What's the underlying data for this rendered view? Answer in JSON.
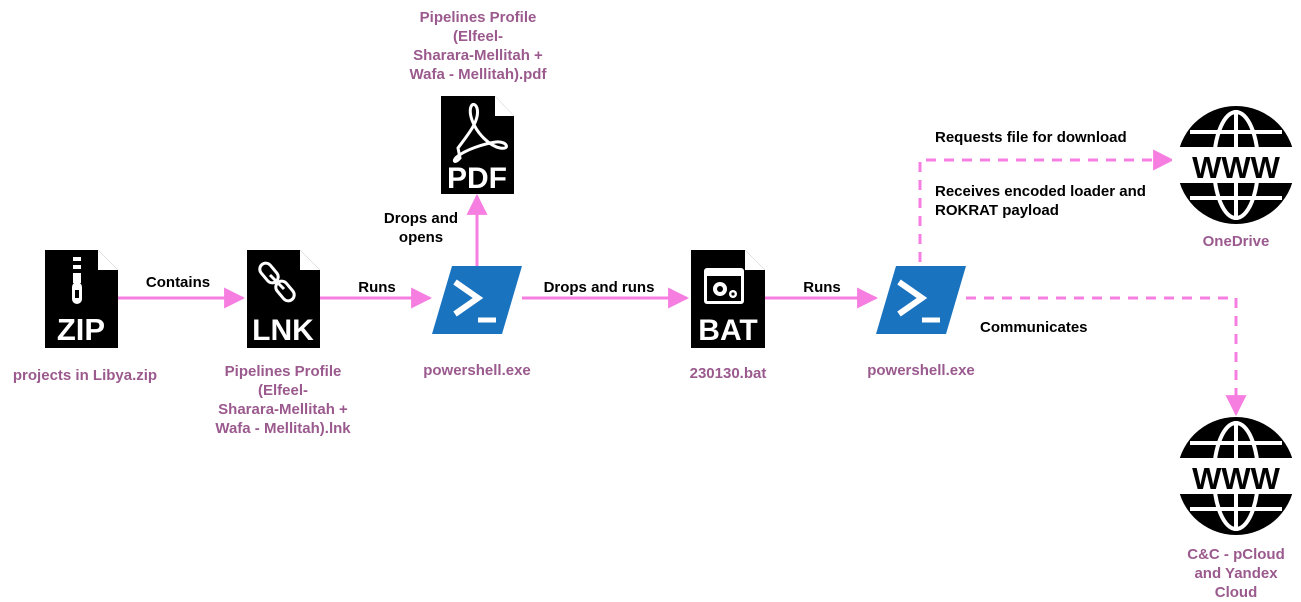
{
  "nodes": {
    "zip": {
      "label": "projects in Libya.zip",
      "icon_text": "ZIP",
      "icon": "zip-file-icon"
    },
    "lnk": {
      "label": "Pipelines Profile\n(Elfeel-\nSharara-Mellitah +\nWafa - Mellitah).lnk",
      "icon_text": "LNK",
      "icon": "lnk-file-icon"
    },
    "pdf": {
      "label": "Pipelines Profile\n(Elfeel-\nSharara-Mellitah +\nWafa - Mellitah).pdf",
      "icon_text": "PDF",
      "icon": "pdf-file-icon"
    },
    "ps1": {
      "label": "powershell.exe",
      "icon": "powershell-icon"
    },
    "bat": {
      "label": "230130.bat",
      "icon_text": "BAT",
      "icon": "bat-file-icon"
    },
    "ps2": {
      "label": "powershell.exe",
      "icon": "powershell-icon"
    },
    "onedrive": {
      "label": "OneDrive",
      "icon_text": "WWW",
      "icon": "globe-icon"
    },
    "cc": {
      "label": "C&C - pCloud\nand Yandex\nCloud",
      "icon_text": "WWW",
      "icon": "globe-icon"
    }
  },
  "edges": {
    "contains": "Contains",
    "runs1": "Runs",
    "drops_opens": "Drops and\nopens",
    "drops_runs": "Drops and runs",
    "runs2": "Runs",
    "requests": "Requests file for download",
    "receives": "Receives encoded loader and\nROKRAT payload",
    "communicates": "Communicates"
  },
  "colors": {
    "arrow": "#f57ee0",
    "label": "#9b5a8e",
    "powershell": "#1a73bf",
    "icon": "#000000"
  }
}
